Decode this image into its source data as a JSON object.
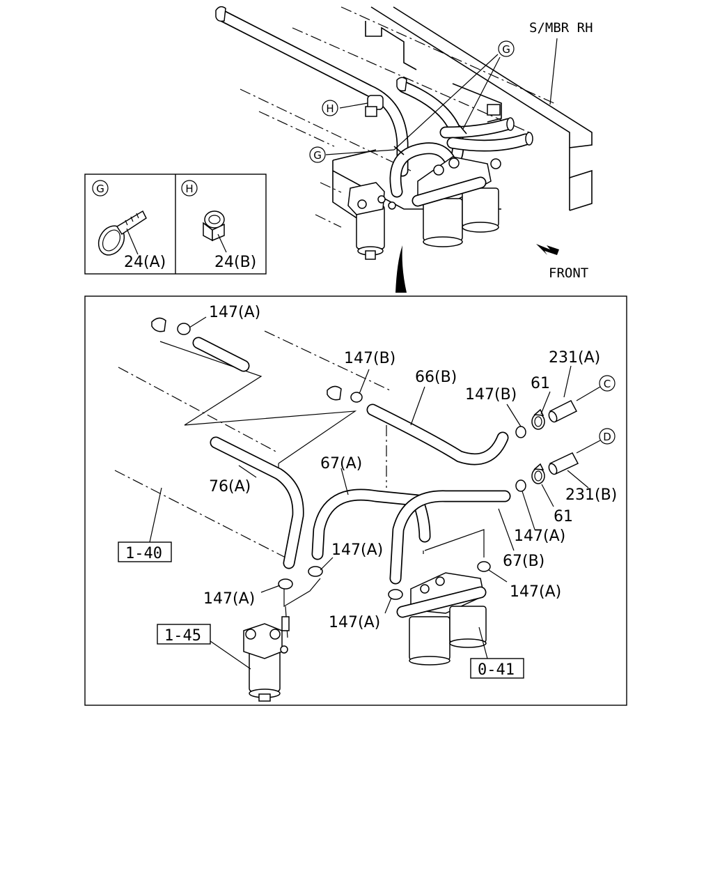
{
  "overview": {
    "frame_label": "S/MBR RH",
    "direction_label": "FRONT",
    "callouts": [
      "G",
      "H",
      "G"
    ]
  },
  "detail_inset": {
    "panels": [
      {
        "circle": "G",
        "part_label": "24(A)"
      },
      {
        "circle": "H",
        "part_label": "24(B)"
      }
    ]
  },
  "parts": {
    "clip_147A_top": "147(A)",
    "clip_147B_mid": "147(B)",
    "hose_66B": "66(B)",
    "clip_147B_right": "147(B)",
    "clamp_61_upper": "61",
    "pipe_231A": "231(A)",
    "connector_C": "C",
    "connector_D": "D",
    "hose_67A": "67(A)",
    "hose_76A": "76(A)",
    "pipe_231B": "231(B)",
    "clamp_61_lower": "61",
    "clip_147A_right": "147(A)",
    "hose_67B": "67(B)",
    "clip_147A_center": "147(A)",
    "clip_147A_far_right": "147(A)",
    "clip_147A_left": "147(A)",
    "clip_147A_bottom": "147(A)"
  },
  "references": {
    "ref_1_40": "1-40",
    "ref_1_45": "1-45",
    "ref_0_41": "0-41"
  }
}
